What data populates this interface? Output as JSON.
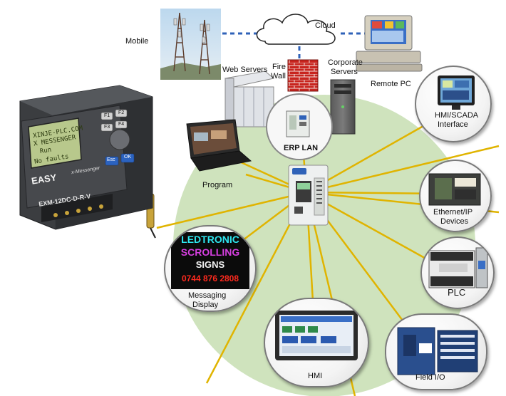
{
  "labels": {
    "mobile": "Mobile",
    "cloud": "Cloud",
    "remote_pc": "Remote PC",
    "web_servers": "Web Servers",
    "fire_wall_1": "Fire",
    "fire_wall_2": "Wall",
    "corporate_1": "Corporate",
    "corporate_2": "Servers",
    "erp_lan": "ERP LAN",
    "hmi_scada_1": "HMI/SCADA",
    "hmi_scada_2": "Interface",
    "program": "Program",
    "ethernet_1": "Ethernet/IP",
    "ethernet_2": "Devices",
    "plc": "PLC",
    "messaging_1": "Messaging",
    "messaging_2": "Display",
    "hmi": "HMI",
    "field_io": "Field I/O"
  },
  "device": {
    "brand": "EASY",
    "model": "EXM-12DC-D-R-V",
    "sub": "x-Messenger",
    "keys": [
      "F1",
      "F2",
      "F3",
      "F4",
      "Esc",
      "OK"
    ],
    "lcd_lines": [
      "XINJE-PLC.COM",
      "X MESSENGER",
      "Run",
      "No faults"
    ]
  },
  "led_sign": {
    "line1": "LEDTRONIC",
    "line2": "SCROLLING",
    "line3": "SIGNS",
    "line4": "0744 876 2808"
  },
  "colors": {
    "hub_disc": "#cfe3bd",
    "spoke": "#e0b400",
    "link_dotted": "#2f62b8",
    "firewall": "#c8241e"
  }
}
